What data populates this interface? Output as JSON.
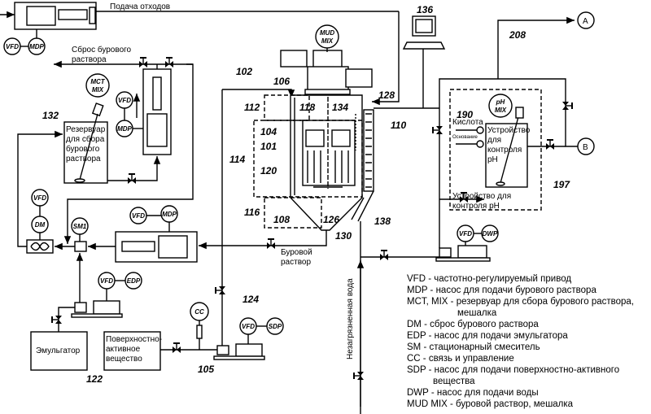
{
  "labels": {
    "waste_feed": "Подача отходов",
    "mud_discharge_1": "Сброс бурового",
    "mud_discharge_2": "раствора",
    "tank132_1": "Резервуар",
    "tank132_2": "для сбора",
    "tank132_3": "бурового",
    "tank132_4": "раствора",
    "drilling_mud_1": "Буровой",
    "drilling_mud_2": "раствор",
    "emulsifier": "Эмульгатор",
    "surfactant_1": "Поверхностно-",
    "surfactant_2": "активное",
    "surfactant_3": "вещество",
    "clean_water": "Незагрязненная вода",
    "acid": "Кислота",
    "base": "Основание",
    "ph_device_1": "Устройство",
    "ph_device_2": "для",
    "ph_device_3": "контроля",
    "ph_device_4": "pH",
    "ph_unit_1": "Устройство для",
    "ph_unit_2": "контроля pH",
    "out_a": "A",
    "out_b": "B"
  },
  "circles": {
    "vfd": "VFD",
    "mdp": "MDP",
    "mct": "MCT",
    "mix": "MIX",
    "dm": "DM",
    "sm1": "SM1",
    "edp": "EDP",
    "cc": "CC",
    "sdp": "SDP",
    "dwp": "DWP",
    "mud": "MUD",
    "ph": "pH"
  },
  "refs": [
    "102",
    "106",
    "128",
    "112",
    "118",
    "134",
    "110",
    "104",
    "101",
    "114",
    "120",
    "116",
    "108",
    "126",
    "130",
    "138",
    "136",
    "208",
    "124",
    "105",
    "122",
    "132",
    "197",
    "190"
  ],
  "legend": [
    "VFD - частотно-регулируемый привод",
    "MDP - насос для подачи бурового раствора",
    "MCT, MIX - резервуар для сбора бурового раствора,",
    "мешалка",
    "DM - сброс бурового раствора",
    "EDP - насос для подачи эмульгатора",
    "SM -  стационарный смеситель",
    "CC - связь и управление",
    "SDP - насос для подачи поверхностно-активного",
    "вещества",
    "DWP - насос для подачи воды",
    "MUD MIX - буровой раствор, мешалка"
  ]
}
